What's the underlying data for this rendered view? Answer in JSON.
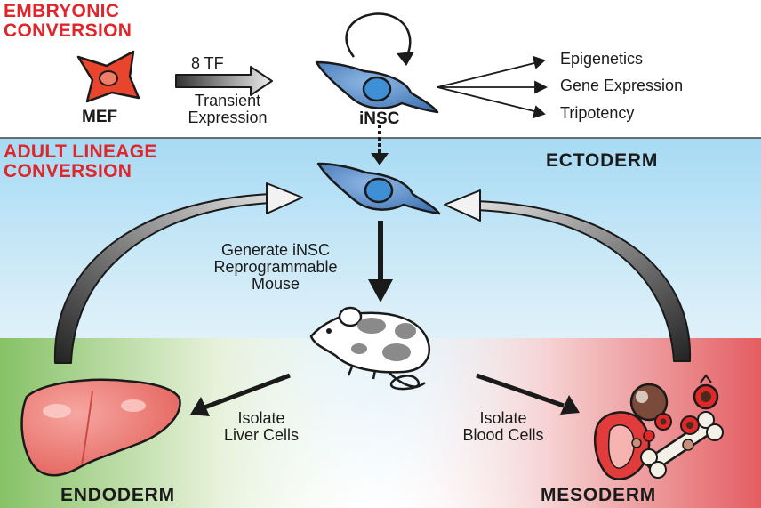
{
  "embryonic": {
    "line1": "EMBRYONIC",
    "line2": "CONVERSION"
  },
  "mef_label": "MEF",
  "tf_label": "8 TF",
  "transient": {
    "line1": "Transient",
    "line2": "Expression"
  },
  "insc_label": "iNSC",
  "outcomes": [
    "Epigenetics",
    "Gene Expression",
    "Tripotency"
  ],
  "adult": {
    "line1": "ADULT LINEAGE",
    "line2": "CONVERSION"
  },
  "ectoderm": "ECTODERM",
  "generate": {
    "line1": "Generate iNSC",
    "line2": "Reprogrammable",
    "line3": "Mouse"
  },
  "liver_text": {
    "line1": "Isolate",
    "line2": "Liver Cells"
  },
  "blood_text": {
    "line1": "Isolate",
    "line2": "Blood Cells"
  },
  "endoderm": "ENDODERM",
  "mesoderm": "MESODERM",
  "colors": {
    "title_red": "#e0252b",
    "sky": "#a9dcf5",
    "endo_green": "#8cc56a",
    "meso_red": "#e8676b",
    "cell_blue": "#5a8fc8",
    "mef_red": "#e8452c"
  }
}
